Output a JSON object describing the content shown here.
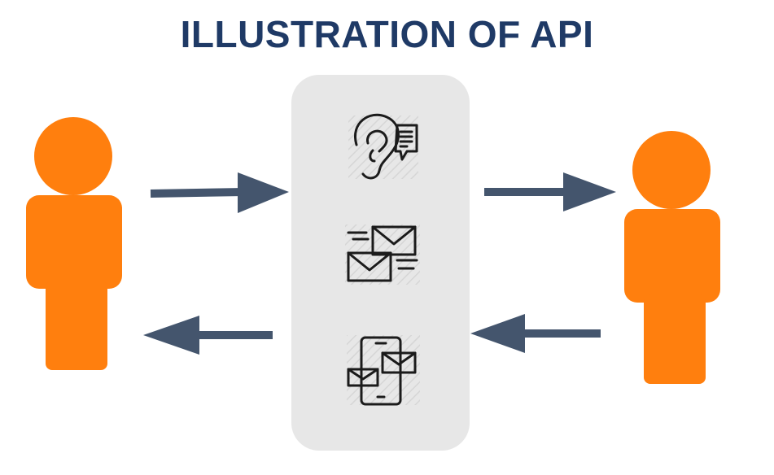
{
  "title": "ILLUSTRATION OF API",
  "colors": {
    "title": "#1f3a66",
    "person": "#ff7f0e",
    "arrow": "#44556d",
    "panel": "#e7e7e7",
    "icon_stroke": "#1b1b1b"
  },
  "icons": [
    "ear-listening-icon",
    "envelopes-exchange-icon",
    "phones-messaging-icon"
  ],
  "figures": [
    "person-left-icon",
    "person-right-icon"
  ],
  "arrows": [
    "arrow-left-to-api",
    "arrow-api-to-right",
    "arrow-right-to-api",
    "arrow-api-to-left"
  ]
}
